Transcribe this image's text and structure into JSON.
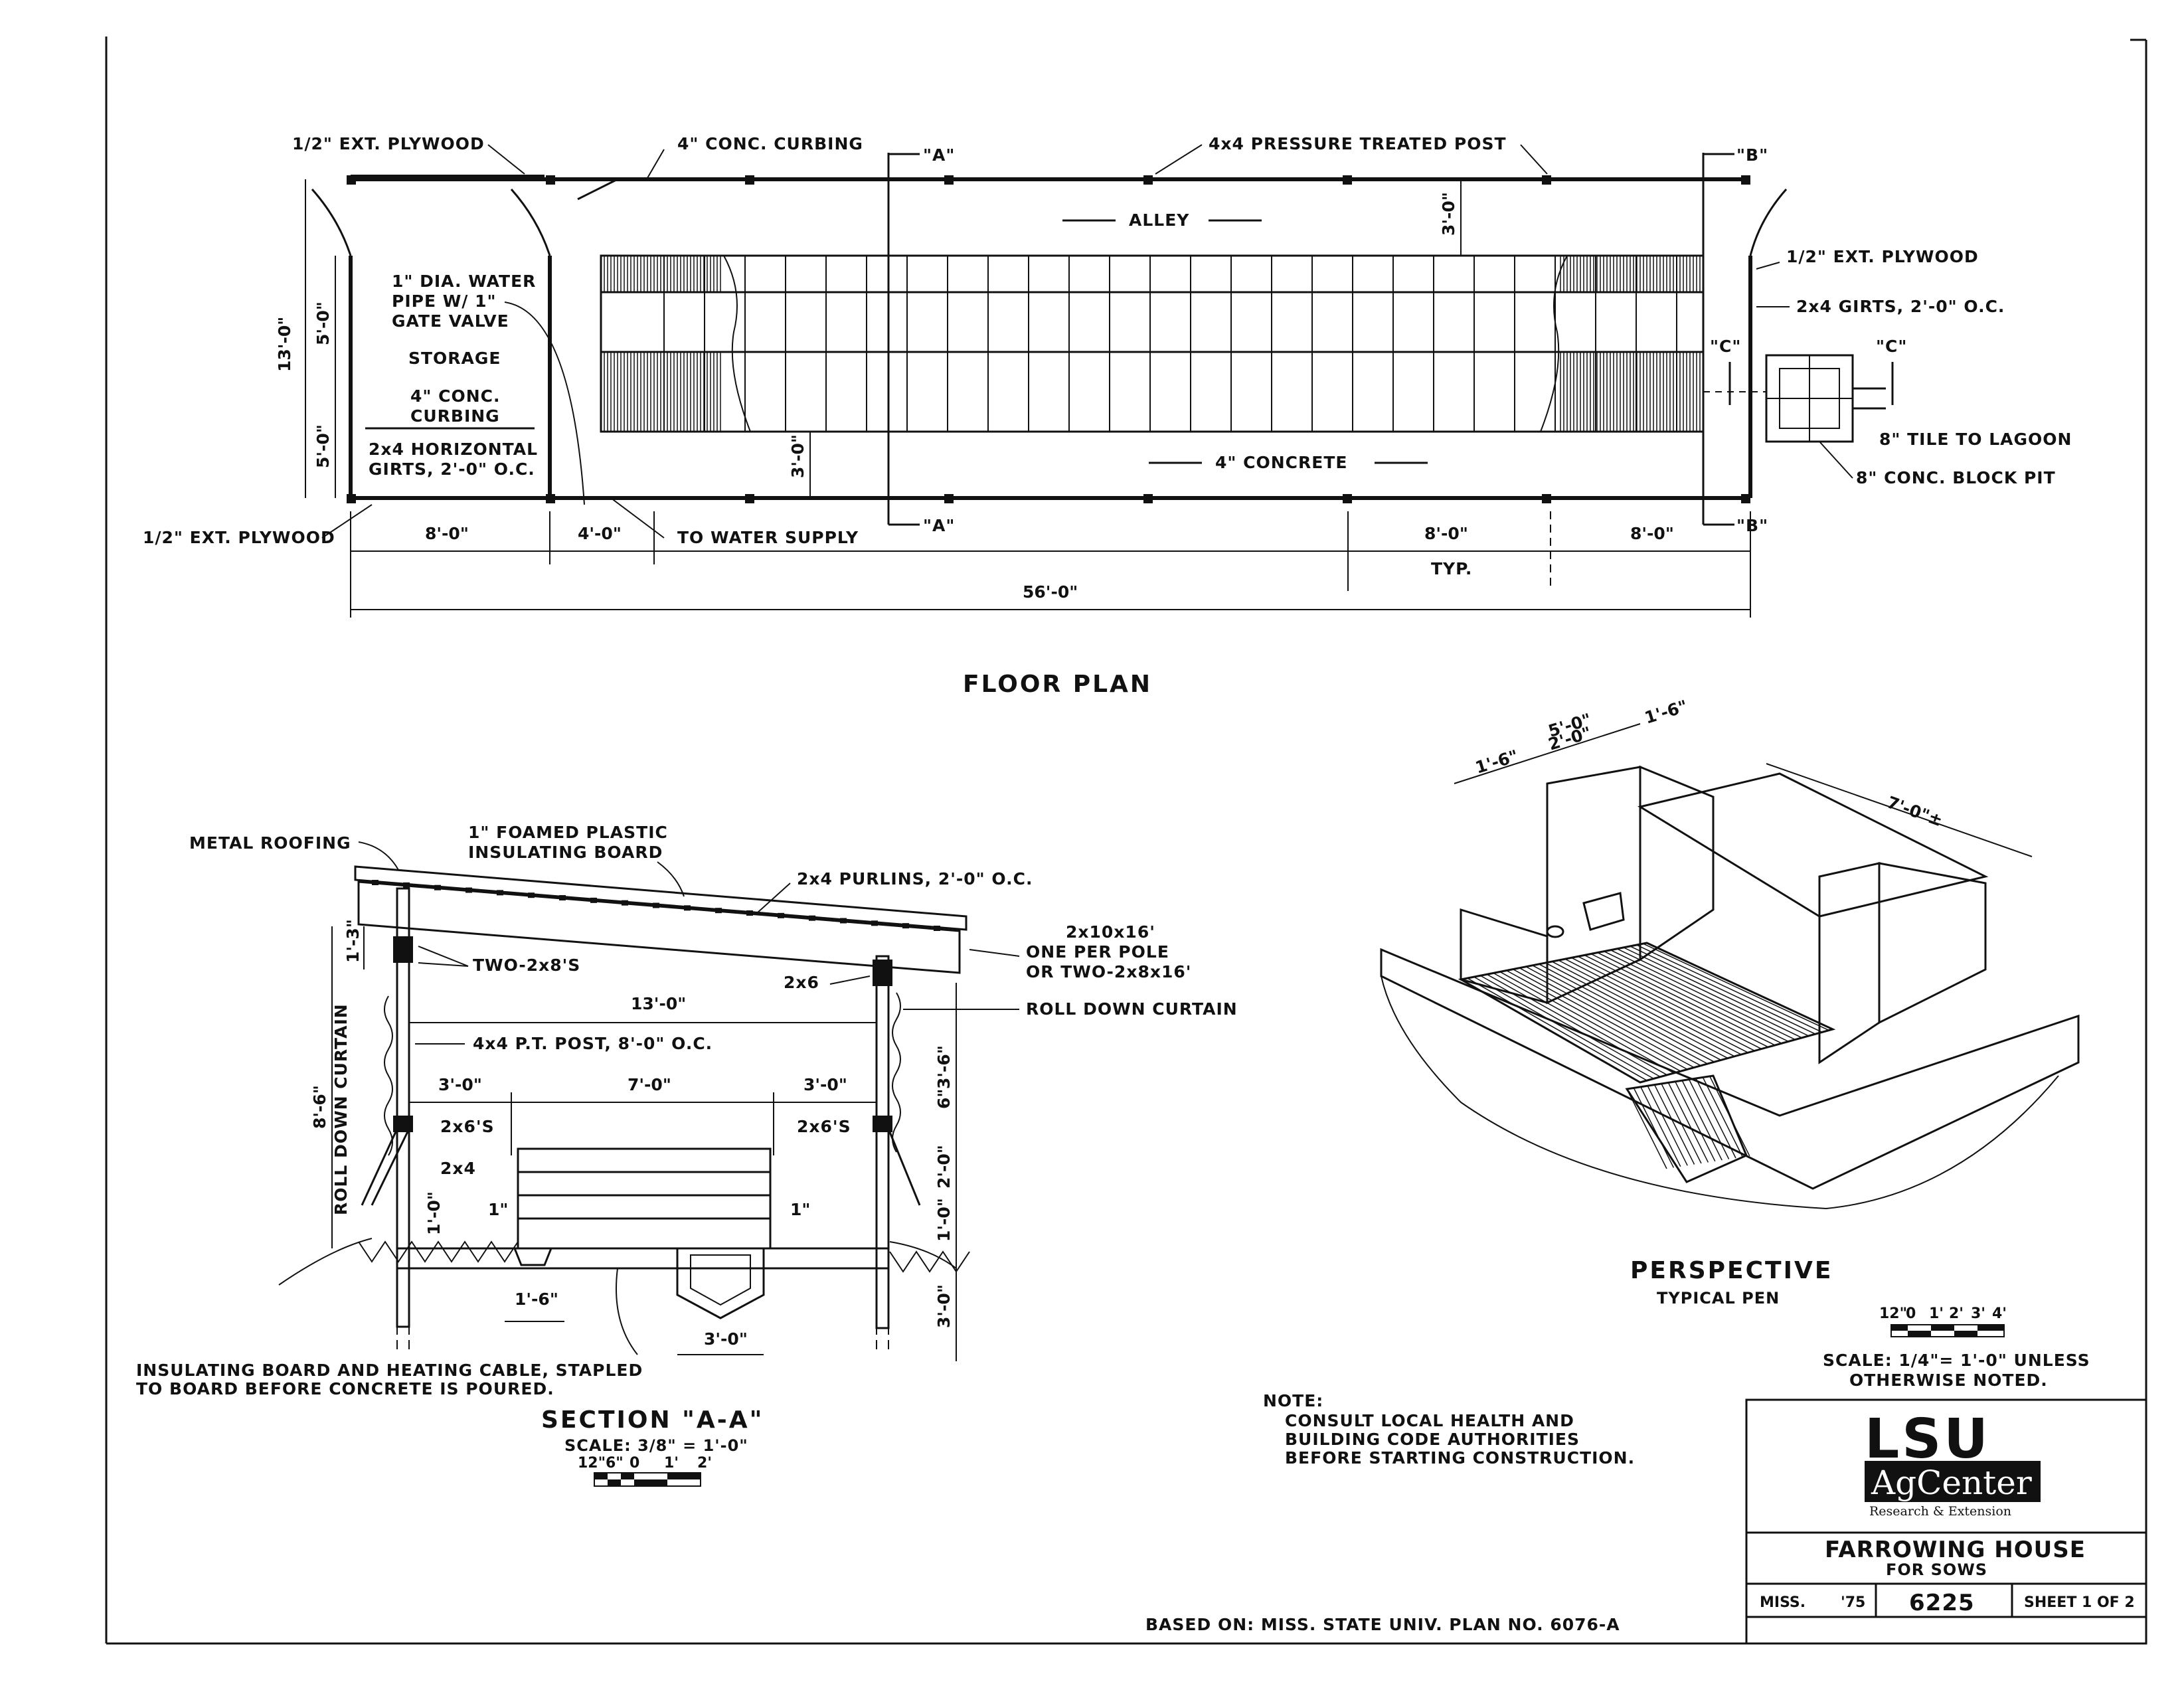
{
  "floor_plan": {
    "title": "FLOOR PLAN",
    "labels": {
      "plywood_top": "1/2\" EXT. PLYWOOD",
      "curbing_top": "4\" CONC. CURBING",
      "post": "4x4 PRESSURE TREATED POST",
      "alley": "ALLEY",
      "water_pipe": "1\" DIA. WATER PIPE W/ 1\" GATE VALVE",
      "water_pipe_l1": "1\" DIA. WATER",
      "water_pipe_l2": "PIPE W/ 1\"",
      "water_pipe_l3": "GATE VALVE",
      "storage": "STORAGE",
      "curbing_l1": "4\" CONC.",
      "curbing_l2": "CURBING",
      "girts_l1": "2x4 HORIZONTAL",
      "girts_l2": "GIRTS, 2'-0\" O.C.",
      "plywood_left": "1/2\" EXT. PLYWOOD",
      "plywood_right": "1/2\" EXT. PLYWOOD",
      "girts_right": "2x4 GIRTS, 2'-0\" O.C.",
      "tile": "8\" TILE TO LAGOON",
      "pit": "8\" CONC. BLOCK PIT",
      "concrete": "4\" CONCRETE",
      "water_supply": "TO WATER SUPPLY",
      "typ": "TYP.",
      "sec_a": "\"A\"",
      "sec_b": "\"B\"",
      "sec_c": "\"C\""
    },
    "dims": {
      "d13": "13'-0\"",
      "d5a": "5'-0\"",
      "d5b": "5'-0\"",
      "d3a": "3'-0\"",
      "d3b": "3'-0\"",
      "d8a": "8'-0\"",
      "d4": "4'-0\"",
      "d8b": "8'-0\"",
      "d8c": "8'-0\"",
      "d56": "56'-0\""
    }
  },
  "section": {
    "title": "SECTION \"A-A\"",
    "scale": "SCALE: 3/8\" = 1'-0\"",
    "scale_bar": [
      "12\"",
      "6\"",
      "0",
      "1'",
      "2'"
    ],
    "labels": {
      "roofing": "METAL ROOFING",
      "foam_l1": "1\" FOAMED PLASTIC",
      "foam_l2": "INSULATING BOARD",
      "purlins": "2x4 PURLINS, 2'-0\" O.C.",
      "pole_l1": "2x10x16'",
      "pole_l2": "ONE PER POLE",
      "pole_l3": "OR TWO-2x8x16'",
      "two2x8": "TWO-2x8'S",
      "twox6": "2x6",
      "curtain_right": "ROLL DOWN CURTAIN",
      "curtain_left": "ROLL DOWN CURTAIN",
      "ptpost": "4x4 P.T. POST, 8'-0\" O.C.",
      "x6s_left": "2x6'S",
      "x6s_right": "2x6'S",
      "x4": "2x4",
      "note_l1": "INSULATING BOARD AND HEATING CABLE, STAPLED",
      "note_l2": "TO BOARD BEFORE CONCRETE IS POURED."
    },
    "dims": {
      "d13": "13'-0\"",
      "d3l": "3'-0\"",
      "d7": "7'-0\"",
      "d3r": "3'-0\"",
      "d1_3": "1'-3\"",
      "d8_6": "8'-6\"",
      "d1_0l": "1'-0\"",
      "d1in_l": "1\"",
      "d1in_r": "1\"",
      "d1_6": "1'-6\"",
      "d3_0b": "3'-0\"",
      "d3_6": "3'-6\"",
      "d6": "6\"",
      "d2_0": "2'-0\"",
      "d1_0r": "1'-0\"",
      "d3_0r": "3'-0\""
    }
  },
  "perspective": {
    "title": "PERSPECTIVE",
    "subtitle": "TYPICAL PEN",
    "dims": {
      "d5": "5'-0\"",
      "d1_6a": "1'-6\"",
      "d2": "2'-0\"",
      "d1_6b": "1'-6\"",
      "d7": "7'-0\"±"
    },
    "scale_bar": [
      "12\"",
      "0",
      "1'",
      "2'",
      "3'",
      "4'"
    ],
    "scale_l1": "SCALE: 1/4\"= 1'-0\" UNLESS",
    "scale_l2": "OTHERWISE NOTED."
  },
  "note": {
    "head": "NOTE:",
    "l1": "CONSULT LOCAL HEALTH AND",
    "l2": "BUILDING CODE AUTHORITIES",
    "l3": "BEFORE STARTING CONSTRUCTION."
  },
  "based_on": "BASED ON: MISS. STATE UNIV. PLAN NO. 6076-A",
  "title_block": {
    "logo_top": "LSU",
    "logo_mid": "AgCenter",
    "logo_sub": "Research & Extension",
    "title": "FARROWING HOUSE",
    "subtitle": "FOR SOWS",
    "state": "MISS.",
    "year": "'75",
    "plan_no": "6225",
    "sheet": "SHEET 1 OF 2"
  },
  "colors": {
    "ink": "#111111",
    "paper": "#ffffff"
  }
}
